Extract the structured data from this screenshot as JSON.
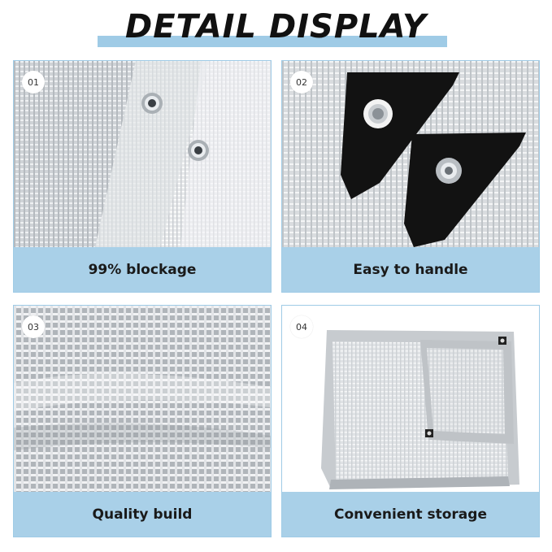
{
  "header": {
    "title": "DETAIL DISPLAY"
  },
  "panels": [
    {
      "number": "01",
      "caption": "99% blockage"
    },
    {
      "number": "02",
      "caption": "Easy to handle"
    },
    {
      "number": "03",
      "caption": "Quality build"
    },
    {
      "number": "04",
      "caption": "Convenient storage"
    }
  ],
  "colors": {
    "accent": "#a9d0e8",
    "border": "#9fcbe6",
    "title": "#111111"
  }
}
